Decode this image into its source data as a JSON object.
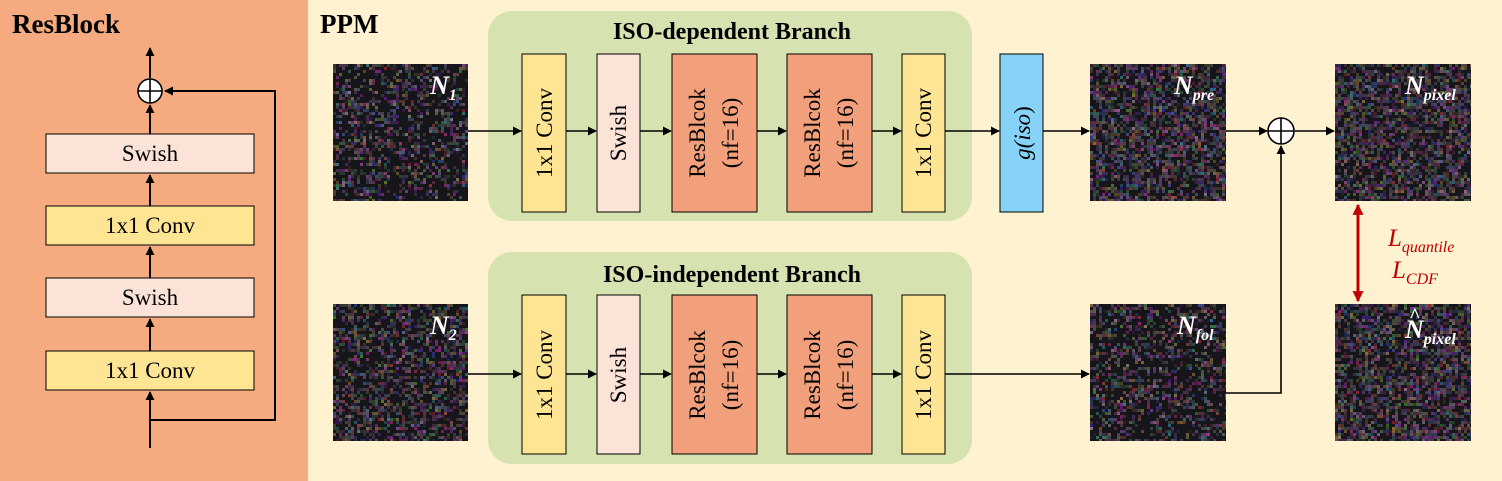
{
  "resblock": {
    "title": "ResBlock",
    "layers": [
      "Swish",
      "1x1 Conv",
      "Swish",
      "1x1 Conv"
    ]
  },
  "ppm": {
    "title": "PPM",
    "branch_top": {
      "title": "ISO-dependent Branch",
      "blocks": [
        {
          "l1": "1x1 Conv",
          "l2": ""
        },
        {
          "l1": "Swish",
          "l2": ""
        },
        {
          "l1": "ResBlcok",
          "l2": "(nf=16)"
        },
        {
          "l1": "ResBlcok",
          "l2": "(nf=16)"
        },
        {
          "l1": "1x1 Conv",
          "l2": ""
        }
      ]
    },
    "branch_bottom": {
      "title": "ISO-independent Branch",
      "blocks": [
        {
          "l1": "1x1 Conv",
          "l2": ""
        },
        {
          "l1": "Swish",
          "l2": ""
        },
        {
          "l1": "ResBlcok",
          "l2": "(nf=16)"
        },
        {
          "l1": "ResBlcok",
          "l2": "(nf=16)"
        },
        {
          "l1": "1x1 Conv",
          "l2": ""
        }
      ]
    },
    "g_iso": {
      "base": "g(",
      "arg": "iso",
      "close": ")"
    },
    "labels": {
      "n1": {
        "base": "N",
        "sub": "1"
      },
      "n2": {
        "base": "N",
        "sub": "2"
      },
      "npre": {
        "base": "N",
        "sub": "pre"
      },
      "nfol": {
        "base": "N",
        "sub": "fol"
      },
      "npixel": {
        "base": "N",
        "sub": "pixel"
      },
      "npixel_hat": {
        "base": "N",
        "hat": "^",
        "sub": "pixel"
      }
    },
    "loss": {
      "l1": {
        "base": "L",
        "sub": "quantile"
      },
      "l2": {
        "base": "L",
        "sub": "CDF"
      }
    }
  },
  "colors": {
    "resblock_bg": "#f5aa80",
    "ppm_bg": "#fff2d0",
    "branch_bg": "#d6e3b0",
    "conv": "#fde593",
    "swish": "#fbe3d7",
    "resblk": "#f2a07b",
    "giso": "#87d3f7",
    "loss": "#c00000"
  }
}
